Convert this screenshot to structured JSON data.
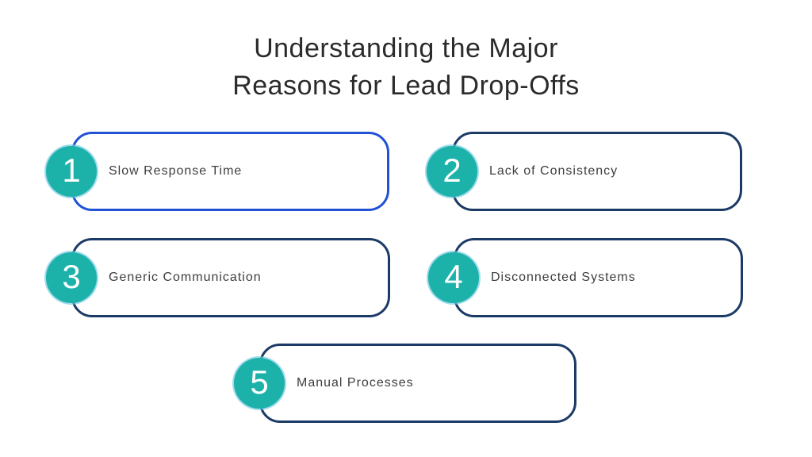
{
  "title": {
    "line1": "Understanding the Major",
    "line2": "Reasons for Lead Drop-Offs"
  },
  "items": [
    {
      "number": "1",
      "label": "Slow Response Time",
      "border_color": "#2152d4"
    },
    {
      "number": "2",
      "label": "Lack of Consistency",
      "border_color": "#1b3a66"
    },
    {
      "number": "3",
      "label": "Generic Communication",
      "border_color": "#1b3a66"
    },
    {
      "number": "4",
      "label": "Disconnected Systems",
      "border_color": "#1b3a66"
    },
    {
      "number": "5",
      "label": "Manual Processes",
      "border_color": "#1b3a66"
    }
  ],
  "colors": {
    "background": "#ffffff",
    "badge_fill": "#1cb2aa",
    "badge_ring": "#6ec8e4",
    "badge_number": "#ffffff",
    "title_text": "#2b2b2b",
    "label_text": "#3e3e3e"
  }
}
